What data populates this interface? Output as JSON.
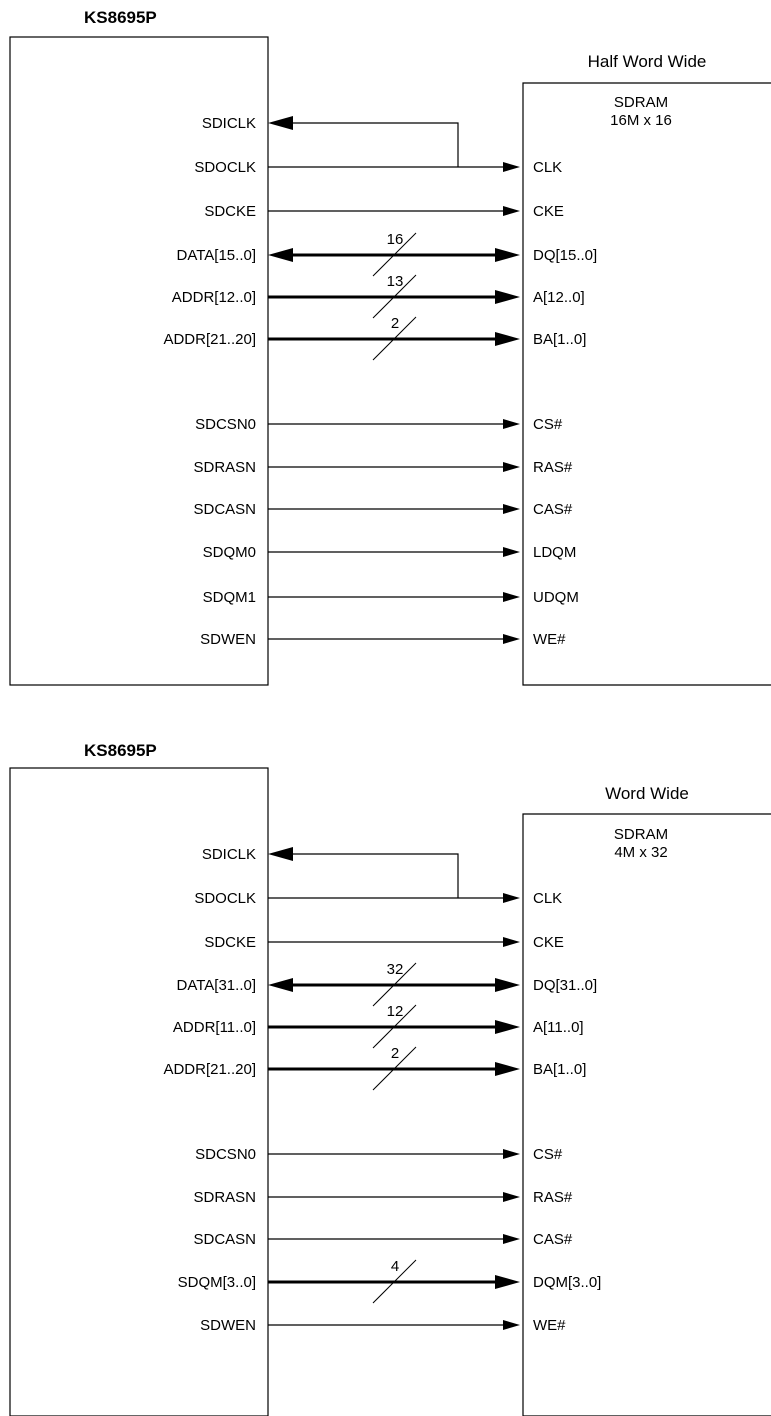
{
  "diagrams": [
    {
      "chip_title": "KS8695P",
      "memory_header": "Half Word Wide",
      "memory_name": "SDRAM",
      "memory_size": "16M x 16",
      "clock": {
        "in": "SDICLK",
        "out": "SDOCLK",
        "pin": "CLK"
      },
      "signals": [
        {
          "left": "SDCKE",
          "right": "CKE",
          "bus": false
        },
        {
          "left": "DATA[15..0]",
          "right": "DQ[15..0]",
          "bus": true,
          "bidir": true,
          "width": "16"
        },
        {
          "left": "ADDR[12..0]",
          "right": "A[12..0]",
          "bus": true,
          "width": "13"
        },
        {
          "left": "ADDR[21..20]",
          "right": "BA[1..0]",
          "bus": true,
          "width": "2"
        },
        {
          "left": "SDCSN0",
          "right": "CS#",
          "bus": false
        },
        {
          "left": "SDRASN",
          "right": "RAS#",
          "bus": false
        },
        {
          "left": "SDCASN",
          "right": "CAS#",
          "bus": false
        },
        {
          "left": "SDQM0",
          "right": "LDQM",
          "bus": false
        },
        {
          "left": "SDQM1",
          "right": "UDQM",
          "bus": false
        },
        {
          "left": "SDWEN",
          "right": "WE#",
          "bus": false
        }
      ]
    },
    {
      "chip_title": "KS8695P",
      "memory_header": "Word Wide",
      "memory_name": "SDRAM",
      "memory_size": "4M x 32",
      "clock": {
        "in": "SDICLK",
        "out": "SDOCLK",
        "pin": "CLK"
      },
      "signals": [
        {
          "left": "SDCKE",
          "right": "CKE",
          "bus": false
        },
        {
          "left": "DATA[31..0]",
          "right": "DQ[31..0]",
          "bus": true,
          "bidir": true,
          "width": "32"
        },
        {
          "left": "ADDR[11..0]",
          "right": "A[11..0]",
          "bus": true,
          "width": "12"
        },
        {
          "left": "ADDR[21..20]",
          "right": "BA[1..0]",
          "bus": true,
          "width": "2"
        },
        {
          "left": "SDCSN0",
          "right": "CS#",
          "bus": false
        },
        {
          "left": "SDRASN",
          "right": "RAS#",
          "bus": false
        },
        {
          "left": "SDCASN",
          "right": "CAS#",
          "bus": false
        },
        {
          "left": "SDQM[3..0]",
          "right": "DQM[3..0]",
          "bus": true,
          "width": "4"
        },
        {
          "left": "SDWEN",
          "right": "WE#",
          "bus": false
        }
      ]
    }
  ]
}
